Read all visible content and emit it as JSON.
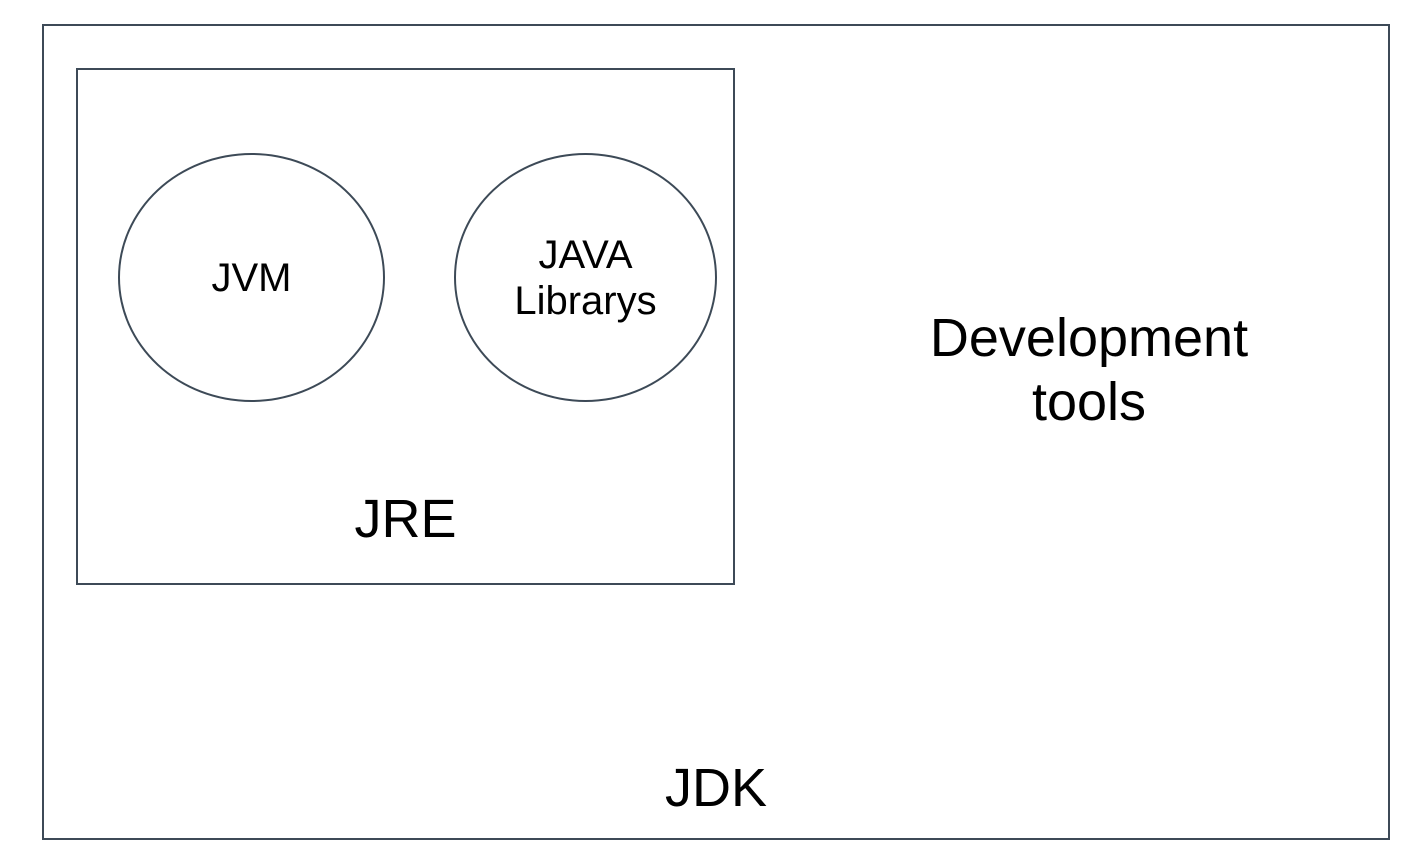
{
  "diagram": {
    "title": "JDK / JRE / JVM composition diagram",
    "stroke_color": "#3d4a57",
    "text_color": "#000000",
    "background_color": "#ffffff",
    "outer_container": {
      "label": "JDK",
      "label_position": "bottom-center"
    },
    "inner_container": {
      "label": "JRE",
      "label_position": "bottom-center"
    },
    "circles": [
      {
        "id": "jvm",
        "label": "JVM"
      },
      {
        "id": "java-librarys",
        "label": "JAVA\nLibrarys"
      }
    ],
    "free_text": [
      {
        "id": "development-tools",
        "label": "Development\ntools"
      }
    ]
  }
}
